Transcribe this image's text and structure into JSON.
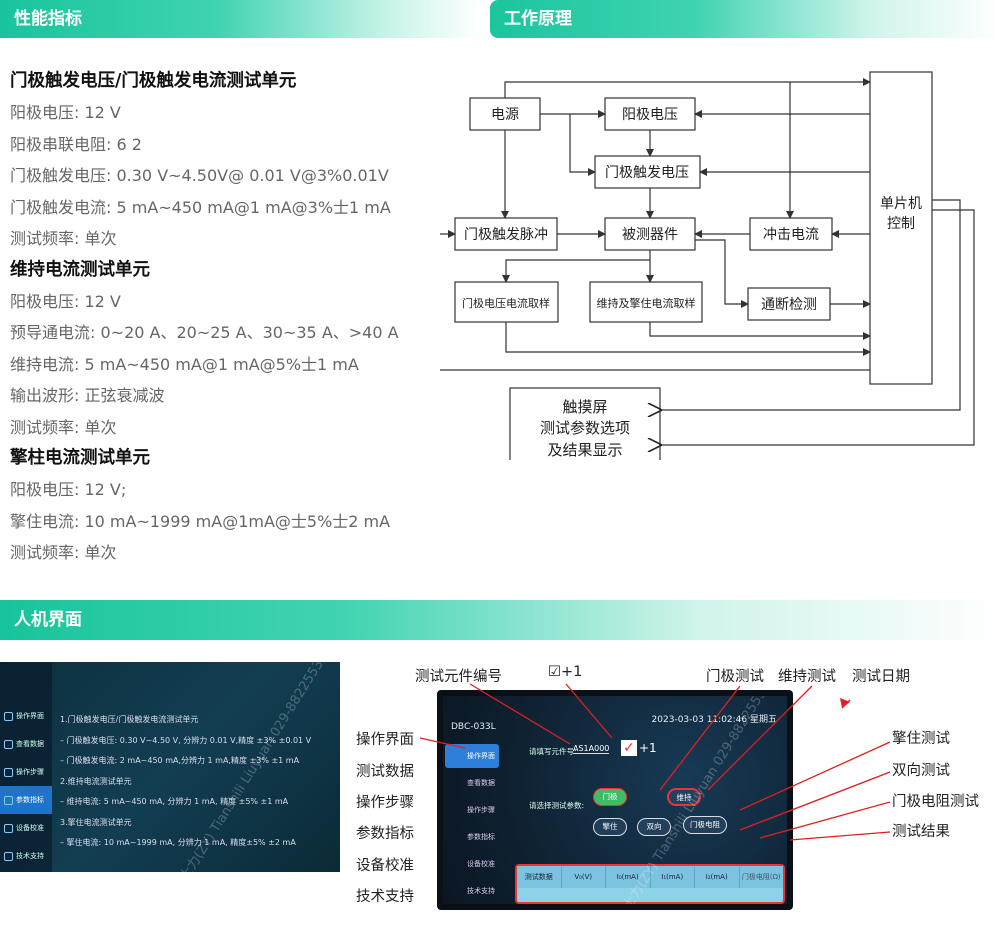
{
  "sections": {
    "performance": "性能指标",
    "principle": "工作原理",
    "hmi": "人机界面"
  },
  "specs": [
    {
      "type": "h",
      "text": "门极触发电压/门极触发电流测试单元"
    },
    {
      "type": "l",
      "text": "阳极电压: 12 V"
    },
    {
      "type": "l",
      "text": "阳极串联电阻: 6 2"
    },
    {
      "type": "l",
      "text": "门极触发电压: 0.30 V~4.50V@ 0.01 V@3%0.01V"
    },
    {
      "type": "l",
      "text": "门极触发电流: 5 mA~450 mA@1 mA@3%士1 mA"
    },
    {
      "type": "l",
      "text": "测试频率: 单次"
    },
    {
      "type": "h",
      "text": "维持电流测试单元"
    },
    {
      "type": "l",
      "text": "阳极电压: 12 V"
    },
    {
      "type": "l",
      "text": "预导通电流: 0~20 A、20~25 A、30~35 A、>40 A"
    },
    {
      "type": "l",
      "text": "维持电流:  5 mA~450 mA@1 mA@5%士1 mA"
    },
    {
      "type": "l",
      "text": "输出波形:  正弦衰减波"
    },
    {
      "type": "l",
      "text": "测试频率: 单次"
    },
    {
      "type": "h",
      "text": "擎柱电流测试单元"
    },
    {
      "type": "l",
      "text": "阳极电压: 12 V;"
    },
    {
      "type": "l",
      "text": "擎住电流: 10 mA~1999 mA@1mA@士5%士2 mA"
    },
    {
      "type": "l",
      "text": "测试频率: 单次"
    }
  ],
  "diagram": {
    "power": "电源",
    "anode_voltage": "阳极电压",
    "gate_trigger_voltage": "门极触发电压",
    "gate_trigger_pulse": "门极触发脉冲",
    "dut": "被测器件",
    "surge_current": "冲击电流",
    "mcu_line1": "单片机",
    "mcu_line2": "控制",
    "gate_sampling": "门极电压电流取样",
    "hold_sampling": "维持及擎住电流取样",
    "continuity": "通断检测",
    "touch_line1": "触摸屏",
    "touch_line2": "测试参数选项",
    "touch_line3": "及结果显示"
  },
  "left_screen": {
    "nav": [
      "操作界面",
      "查看数据",
      "操作步骤",
      "参数指标",
      "设备校准",
      "技术支持"
    ],
    "active_index": 3,
    "lines": [
      "1.门极触发电压/门极触发电流测试单元",
      "– 门极触发电压: 0.30 V~4.50 V, 分辨力 0.01 V,精度 ±3% ±0.01 V",
      "– 门极触发电流: 2 mA~450 mA,分辨力 1 mA,精度 ±3% ±1 mA",
      "2.维持电流测试单元",
      "– 维持电流: 5 mA~450 mA, 分辨力 1 mA, 精度 ±5% ±1 mA",
      "3.擎住电流测试单元",
      "– 擎住电流: 10 mA~1999 mA, 分辨力 1 mA, 精度±5% ±2 mA"
    ],
    "watermark": "天士力(ZY) Tianshili Liuyuan 029-88225533"
  },
  "callouts": {
    "part_no": "测试元件编号",
    "check_plus": "☑+1",
    "gate_test": "门极测试",
    "hold_test": "维持测试",
    "test_date": "测试日期",
    "op_ui": "操作界面",
    "test_data": "测试数据",
    "op_steps": "操作步骤",
    "params": "参数指标",
    "calibration": "设备校准",
    "support": "技术支持",
    "latch_test": "擎住测试",
    "bidir_test": "双向测试",
    "gate_res_test": "门极电阻测试",
    "test_result": "测试结果"
  },
  "device": {
    "model": "DBC-033L",
    "datetime": "2023-03-03 11:02:46 星期五",
    "nav": [
      "操作界面",
      "查看数据",
      "操作步骤",
      "参数指标",
      "设备校准",
      "技术支持"
    ],
    "prompt_part": "请填写元件号:",
    "part_value": "AS1A000",
    "plus": "+1",
    "prompt_params": "请选择测试参数:",
    "btn_gate": "门极",
    "btn_hold": "维持",
    "btn_latch": "擎住",
    "btn_bidir": "双向",
    "btn_gate_res": "门极电阻",
    "table_headers": [
      "测试数据",
      "V₀(V)",
      "I₀(mA)",
      "I₁(mA)",
      "I₂(mA)",
      "门极电阻(Ω)"
    ],
    "watermark": "天士力(ZY) Tianshili Liuyuan 029-88225533"
  }
}
